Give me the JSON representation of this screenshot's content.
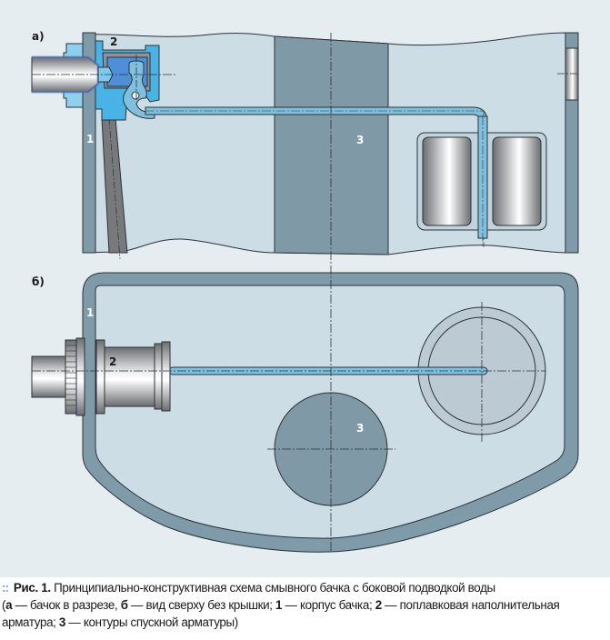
{
  "figure": {
    "panel_a": {
      "label": "а)",
      "callouts": {
        "body": "1",
        "fill_valve": "2",
        "flush_valve": "3"
      }
    },
    "panel_b": {
      "label": "б)",
      "callouts": {
        "body": "1",
        "fill_valve": "2",
        "flush_valve": "3"
      }
    },
    "colors": {
      "background": "#e6edf1",
      "tank_interior": "#cddde6",
      "tank_wall": "#7f9aa8",
      "flush_valve": "#8099a6",
      "water_blue": "#4ab3e6",
      "pipe_blue": "#7fc0df",
      "outline": "#2b3338"
    }
  },
  "caption": {
    "bullet": "::",
    "title_bold": "Рис. 1.",
    "title": " Принципиально-конструктивная схема смывного бачка с боковой подводкой воды",
    "open_paren": "(",
    "a_key": "а",
    "a_text": " — бачок в разрезе, ",
    "b_key": "б",
    "b_text": " — вид сверху без крышки; ",
    "k1": "1",
    "k1_text": " — корпус бачка; ",
    "k2": "2",
    "k2_text": " — поплавковая наполнительная арматура; ",
    "k3": "3",
    "k3_text": " — контуры спускной арматуры)"
  }
}
